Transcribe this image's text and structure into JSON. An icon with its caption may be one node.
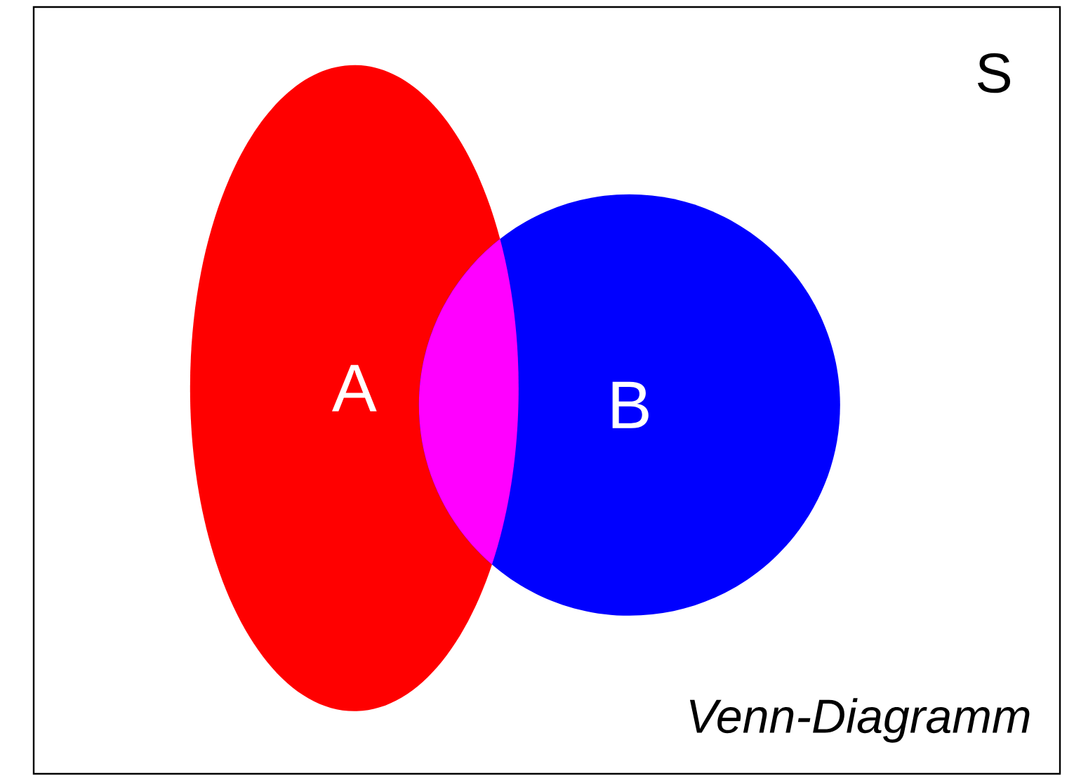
{
  "diagram": {
    "caption": "Venn-Diagramm",
    "nodes": [
      {
        "text": [
          "S"
        ]
      },
      {
        "text": [
          "A"
        ],
        "in": 0
      },
      {
        "text": [
          "B"
        ],
        "in": 0
      }
    ]
  }
}
